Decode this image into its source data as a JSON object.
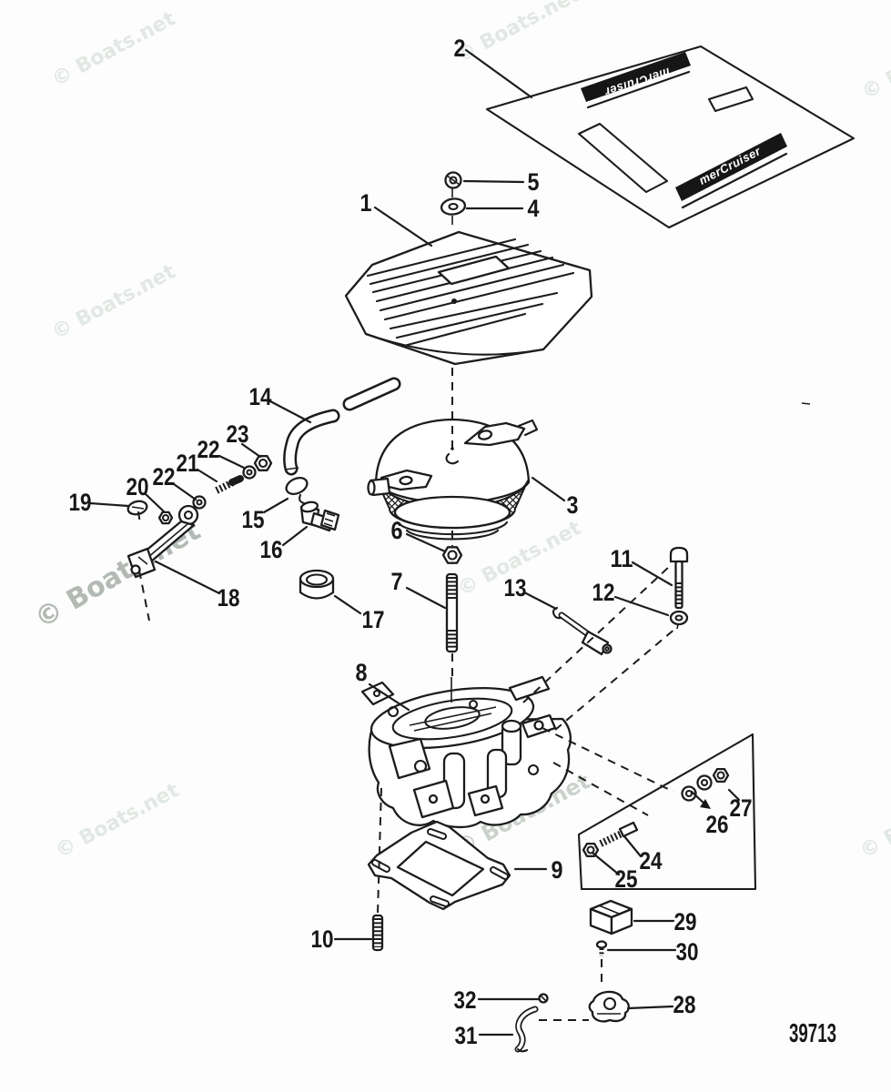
{
  "diagram": {
    "watermark": "© Boats.net",
    "drawing_number": "39713",
    "decal_brand": "merCruiser",
    "callouts": {
      "c1": "1",
      "c2": "2",
      "c3": "3",
      "c4": "4",
      "c5": "5",
      "c6": "6",
      "c7": "7",
      "c8": "8",
      "c9": "9",
      "c10": "10",
      "c11": "11",
      "c12": "12",
      "c13": "13",
      "c14": "14",
      "c15": "15",
      "c16": "16",
      "c17": "17",
      "c18": "18",
      "c19": "19",
      "c20": "20",
      "c21": "21",
      "c22a": "22",
      "c22b": "22",
      "c23": "23",
      "c24": "24",
      "c25": "25",
      "c26": "26",
      "c27": "27",
      "c28": "28",
      "c29": "29",
      "c30": "30",
      "c31": "31",
      "c32": "32"
    }
  }
}
